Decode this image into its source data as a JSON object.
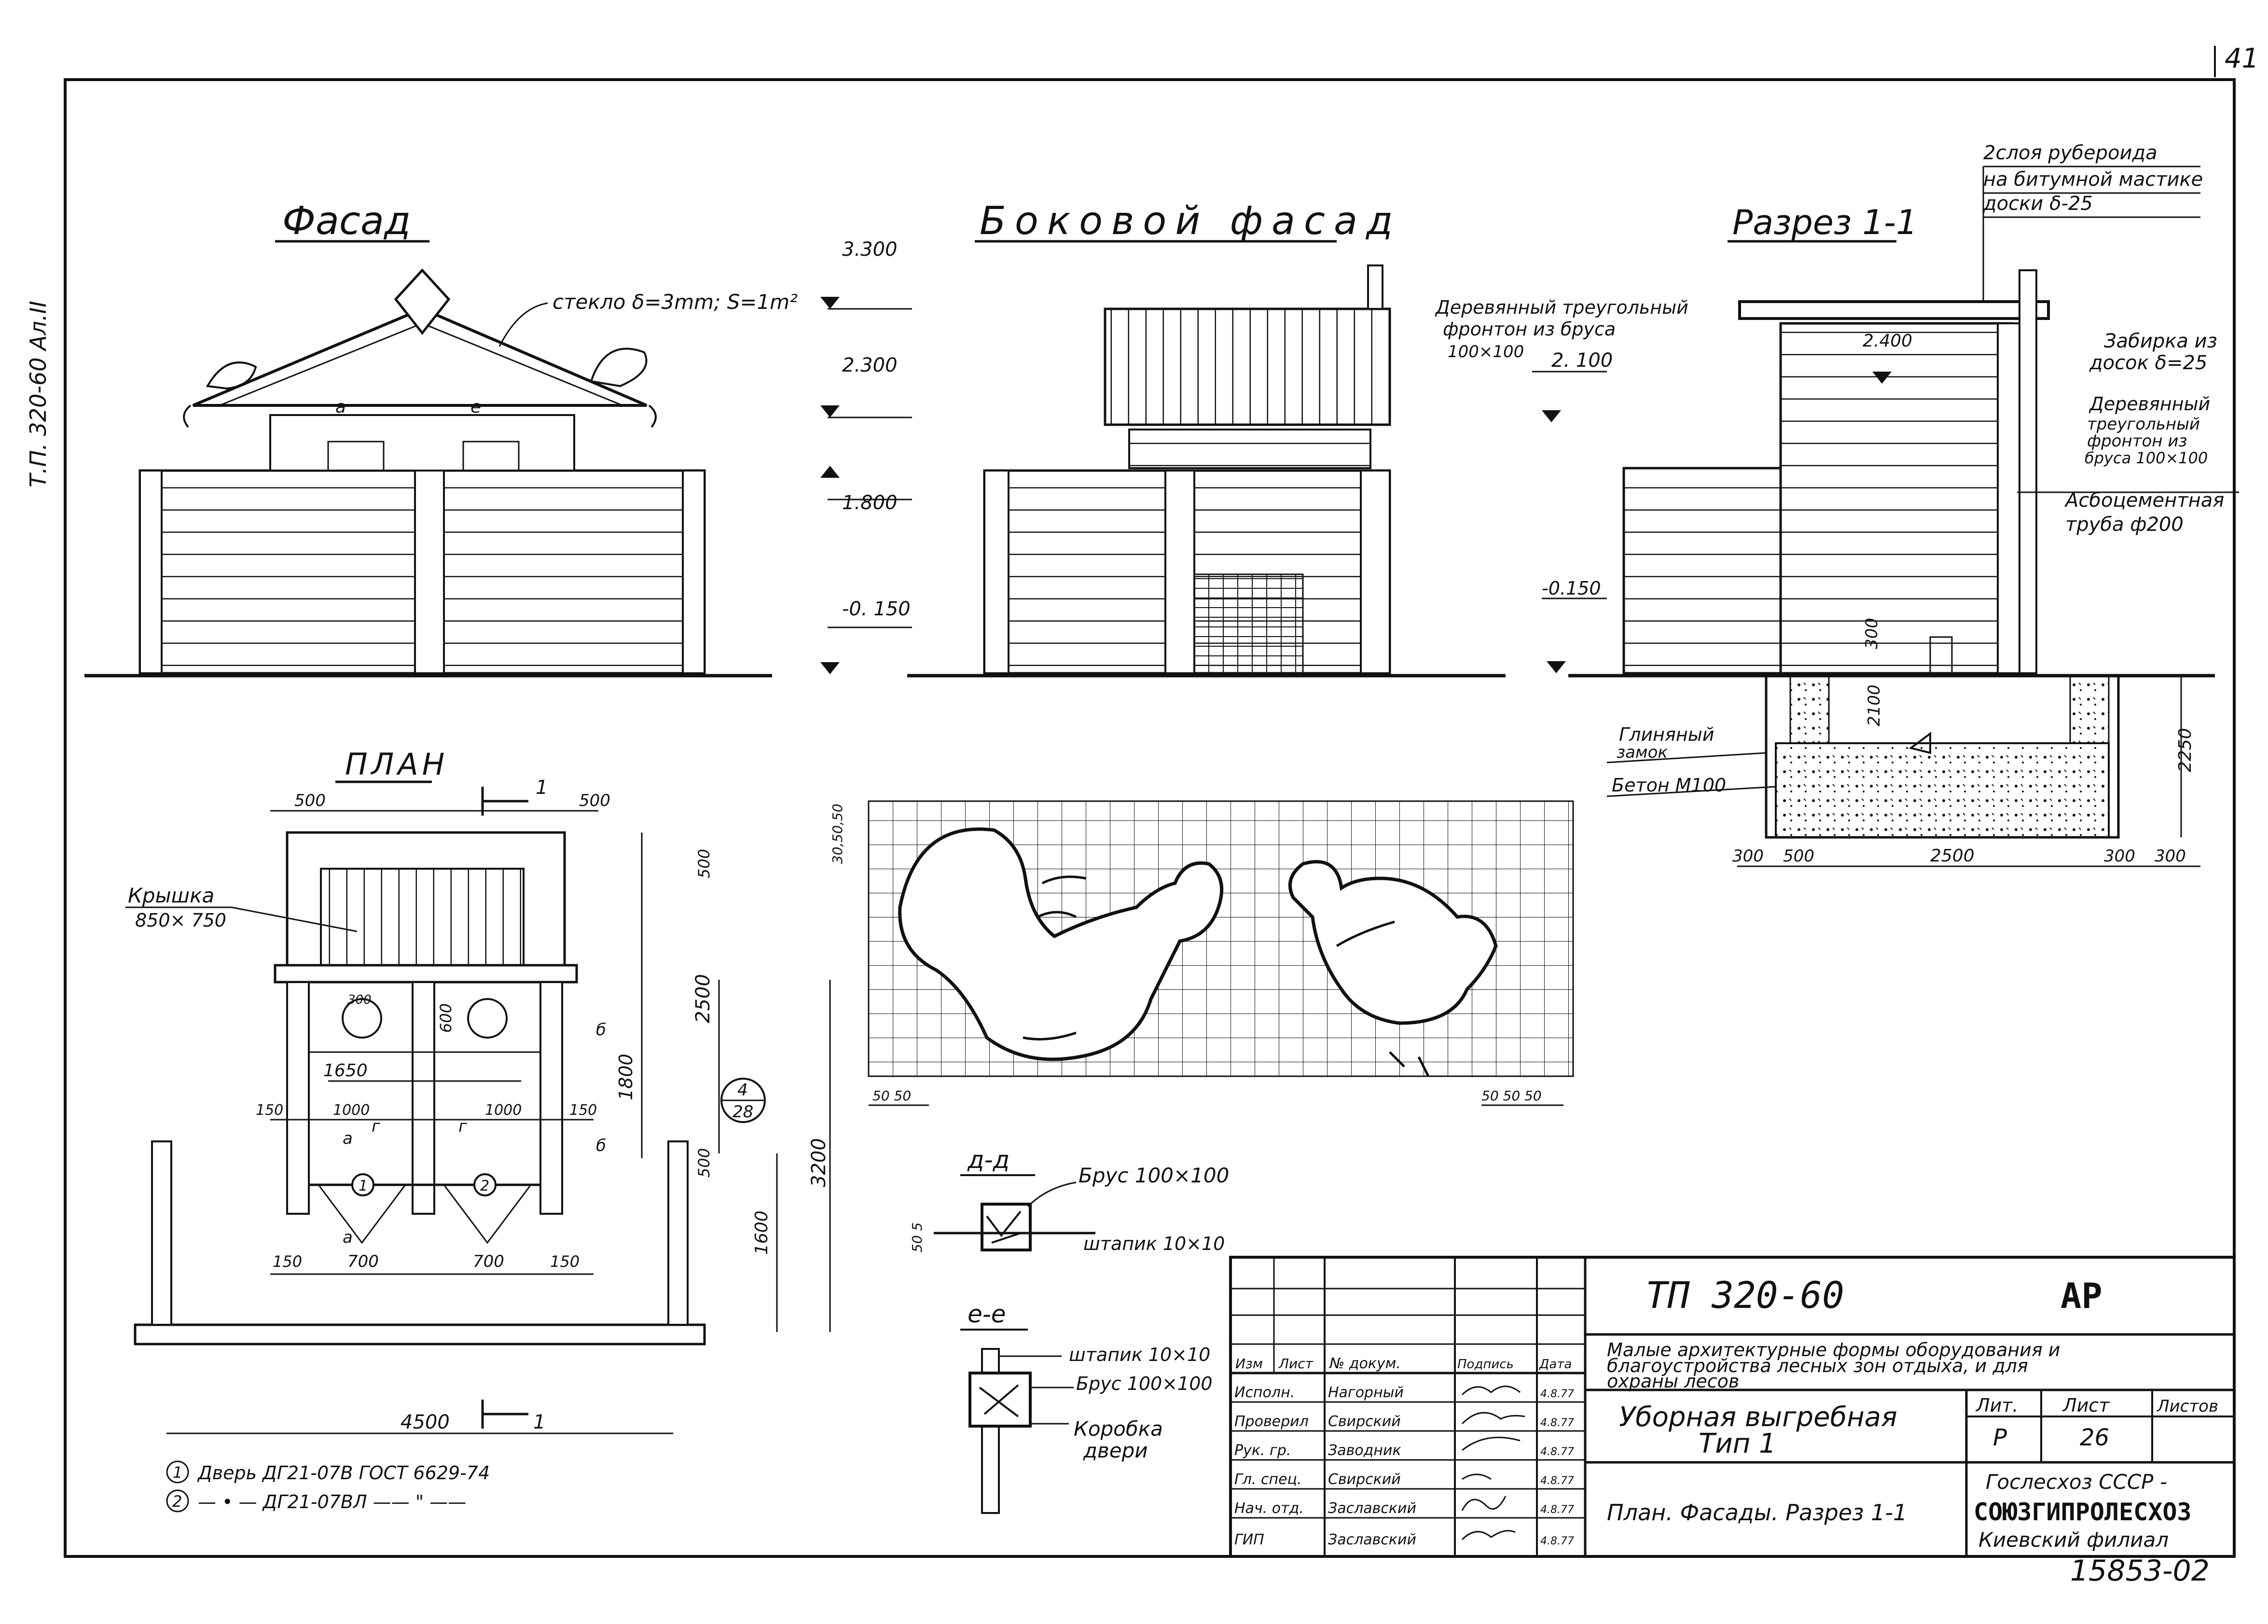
{
  "page_number": "41",
  "side_code": "Т.П. 320-60   Ал.II",
  "views": {
    "facade_title": "Фасад",
    "side_facade_title": "Боковой фасад",
    "section_title": "Разрез 1-1",
    "plan_title": "ПЛАН"
  },
  "facade": {
    "glass_note": "стекло δ=3mm; S=1m²",
    "door_a": "а",
    "door_e": "е",
    "label_e": "е"
  },
  "levels": {
    "l1": "3.300",
    "l2": "2.300",
    "l3": "1.800",
    "l4": "-0. 150"
  },
  "section": {
    "roof_note_1": "2слоя рубероида",
    "roof_note_2": "на битумной мастике",
    "roof_note_3": "доски δ-25",
    "gable_note_1": "Деревянный треугольный",
    "gable_note_2": "фронтон из бруса",
    "gable_note_3": "100×100",
    "level_2100": "2. 100",
    "level_2400": "2.400",
    "level_m0150": "-0.150",
    "cladding_1": "Забирка из",
    "cladding_2": "досок δ=25",
    "gable_r_1": "Деревянный",
    "gable_r_2": "треугольный",
    "gable_r_3": "фронтон из",
    "gable_r_4": "бруса 100×100",
    "pipe_1": "Асбоцементная",
    "pipe_2": "труба ф200",
    "clay_1": "Глиняный",
    "clay_2": "замок",
    "concrete": "Бетон М100",
    "dim_300": "300",
    "dim_2100": "2100",
    "dim_2250": "2250",
    "bot_dims": [
      "300",
      "500",
      "2500",
      "300",
      "300"
    ]
  },
  "plan": {
    "lid_1": "Крышка",
    "lid_2": "850× 750",
    "dim_500a": "500",
    "dim_500b": "500",
    "dim_500c": "500",
    "dim_500d": "500",
    "dim_600": "600",
    "dim_300": "300",
    "dim_2500": "2500",
    "dim_1800": "1800",
    "dim_3200": "3200",
    "dim_1600": "1600",
    "dim_1650": "1650",
    "dim_150a": "150",
    "dim_1000a": "1000",
    "dim_1000b": "1000",
    "dim_150b": "150",
    "dim_150c": "150",
    "dim_700a": "700",
    "dim_700b": "700",
    "dim_150d": "150",
    "dim_4500": "4500",
    "cut_mark": "1",
    "ref_top": "4",
    "ref_bot": "28",
    "mark_b": "б",
    "mark_g": "г",
    "mark_a": "а",
    "door_1": "1",
    "door_2": "2"
  },
  "legend": {
    "item1_num": "1",
    "item1_text": "Дверь  ДГ21-07В     ГОСТ 6629-74",
    "item2_num": "2",
    "item2_text": "— • —  ДГ21-07ВЛ     —— \" ——"
  },
  "grid": {
    "dims_left": "30,50,50",
    "dims_bottom_left": "50 50",
    "dims_bottom_right": "50 50 50"
  },
  "details": {
    "dd_title": "д-д",
    "dd_beam": "Брус 100×100",
    "dd_bead": "штапик 10×10",
    "dd_dim": "50 5",
    "ee_title": "е-е",
    "ee_bead": "штапик 10×10",
    "ee_beam": "Брус 100×100",
    "ee_box_1": "Коробка",
    "ee_box_2": "двери"
  },
  "title_block": {
    "project": "ТП 320-60",
    "stage": "АР",
    "desc_1": "Малые архитектурные формы оборудования и",
    "desc_2": "благоустройства  лесных зон отдыха, и для",
    "desc_3": "охраны лесов",
    "header": [
      "Изм",
      "Лист",
      "№ докум.",
      "Подпись",
      "Дата"
    ],
    "rows": [
      {
        "role": "Исполн.",
        "name": "Нагорный",
        "date": "4.8.77"
      },
      {
        "role": "Проверил",
        "name": "Свирский",
        "date": "4.8.77"
      },
      {
        "role": "Рук. гр.",
        "name": "Заводник",
        "date": "4.8.77"
      },
      {
        "role": "Гл. спец.",
        "name": "Свирский",
        "date": "4.8.77"
      },
      {
        "role": "Нач. отд.",
        "name": "Заславский",
        "date": "4.8.77"
      },
      {
        "role": "ГИП",
        "name": "Заславский",
        "date": "4.8.77"
      }
    ],
    "object_1": "Уборная выгребная",
    "object_2": "Тип 1",
    "sheet_content": "План. Фасады. Разрез 1-1",
    "lit_label": "Лит.",
    "sheet_label": "Лист",
    "sheets_label": "Листов",
    "lit_value": "Р",
    "sheet_value": "26",
    "org_1": "Гослесхоз СССР -",
    "org_2": "СОЮЗГИПРОЛЕСХОЗ",
    "org_3": "Киевский филиал",
    "inventory": "15853-02"
  }
}
